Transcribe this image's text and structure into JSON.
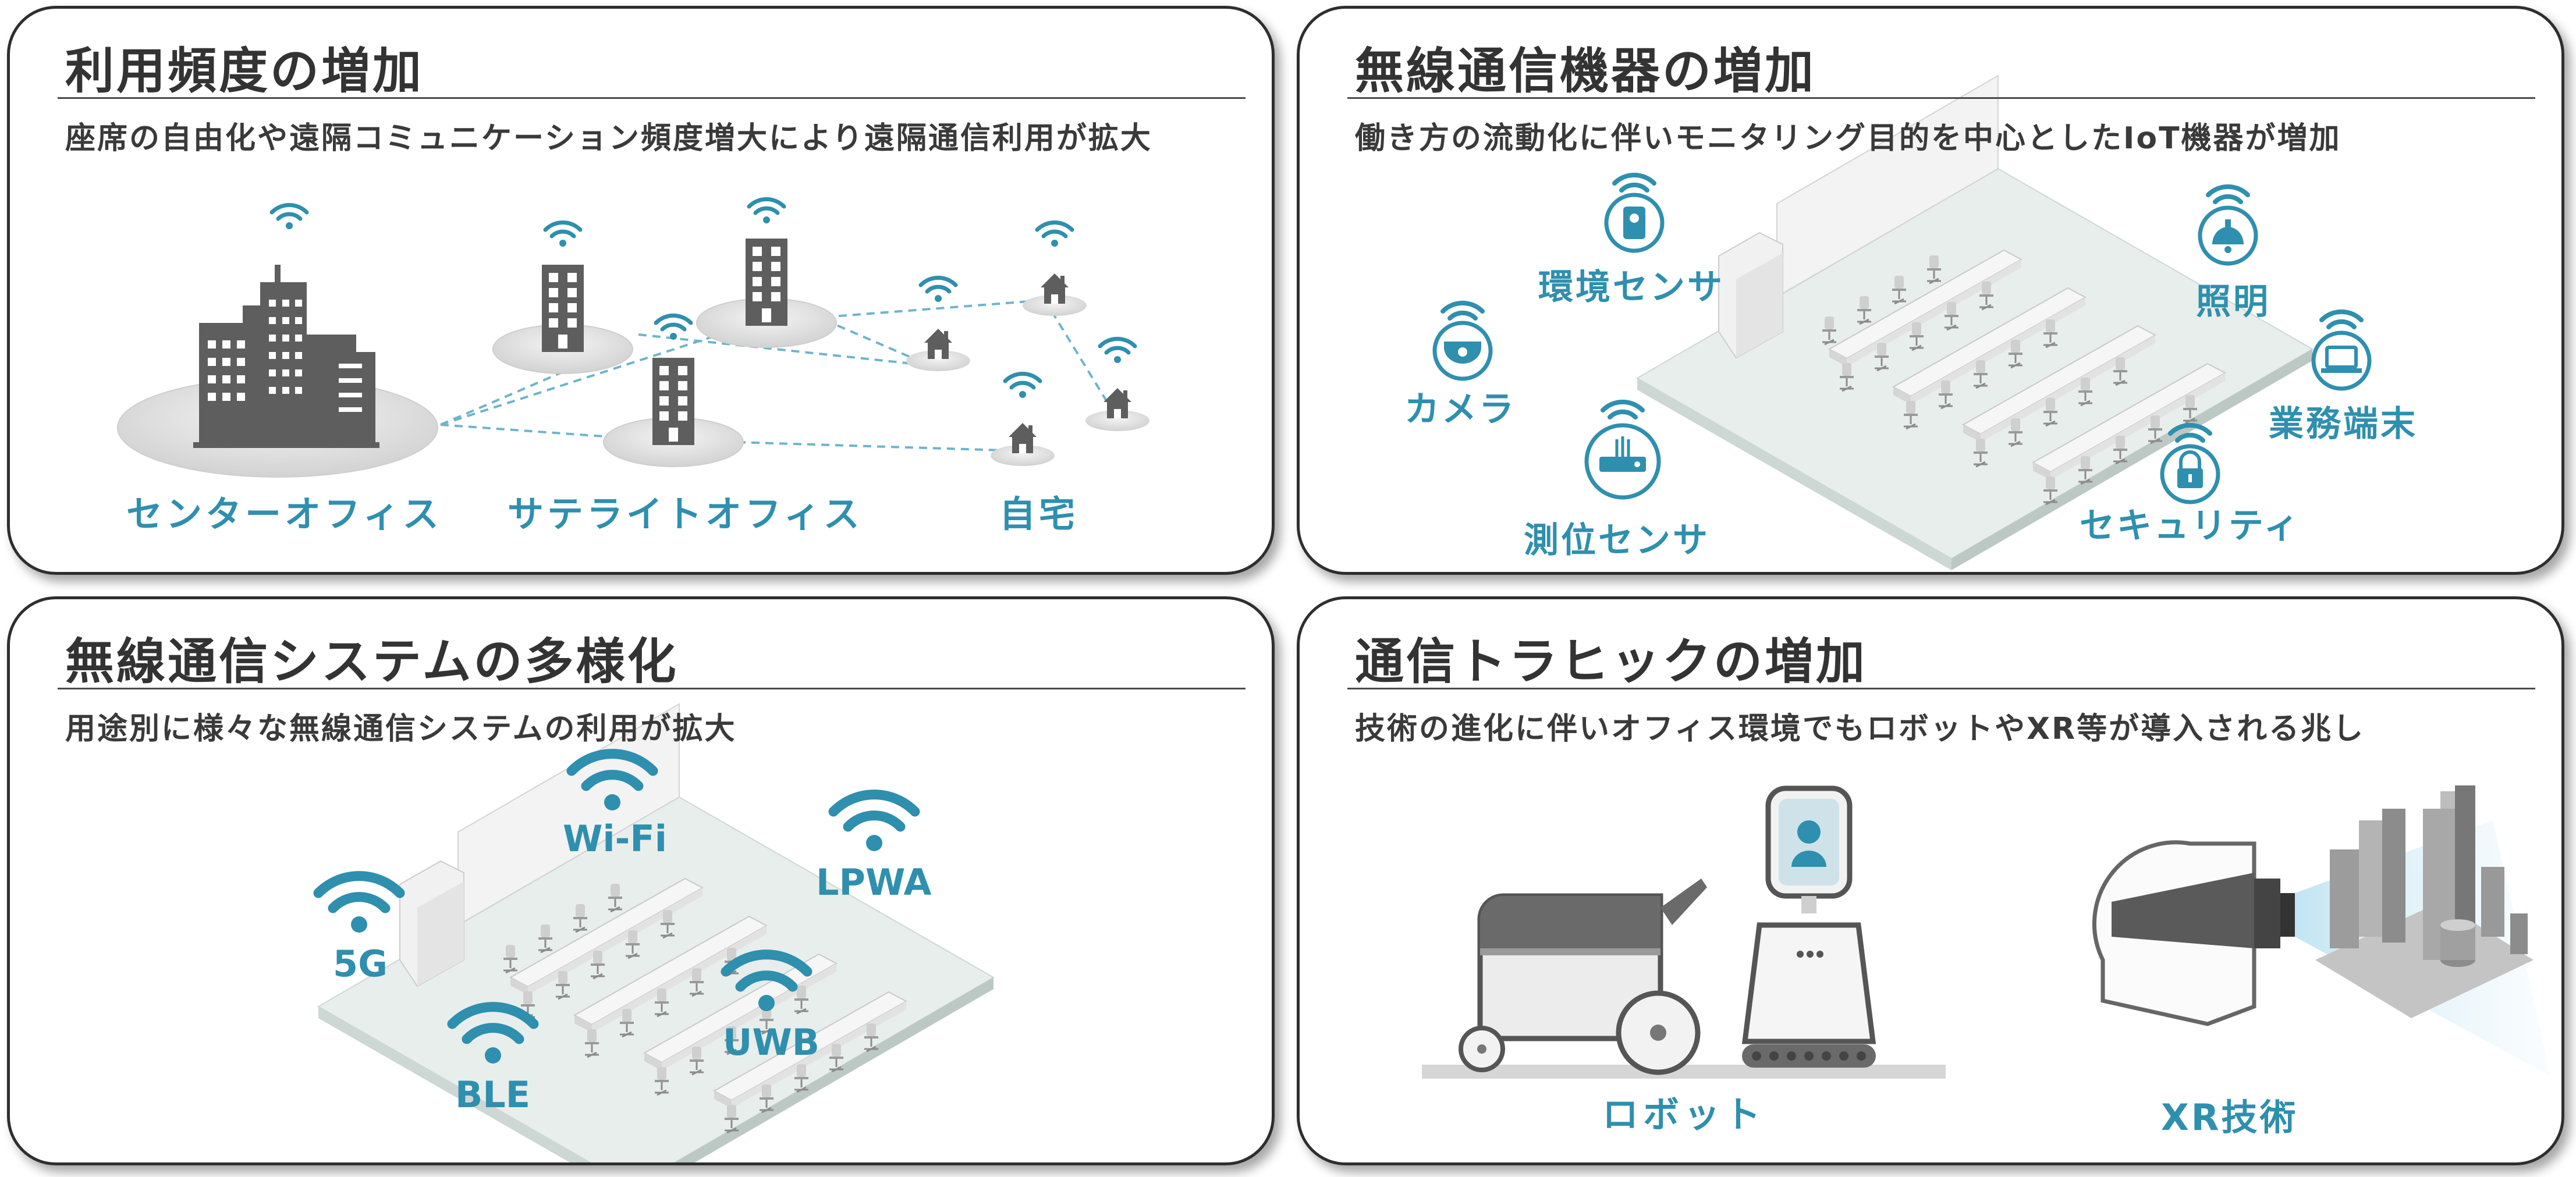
{
  "panels": {
    "usage": {
      "title": "利用頻度の増加",
      "subtitle": "座席の自由化や遠隔コミュニケーション頻度増大により遠隔通信利用が拡大",
      "labels": {
        "center_office": "センターオフィス",
        "satellite_office": "サテライトオフィス",
        "home": "自宅"
      }
    },
    "devices": {
      "title": "無線通信機器の増加",
      "subtitle": "働き方の流動化に伴いモニタリング目的を中心としたIoT機器が増加",
      "labels": {
        "env_sensor": "環境センサ",
        "lighting": "照明",
        "camera": "カメラ",
        "terminal": "業務端末",
        "positioning_sensor": "測位センサ",
        "security": "セキュリティ"
      }
    },
    "systems": {
      "title": "無線通信システムの多様化",
      "subtitle": "用途別に様々な無線通信システムの利用が拡大",
      "labels": {
        "wifi": "Wi-Fi",
        "lpwa": "LPWA",
        "5g": "5G",
        "uwb": "UWB",
        "ble": "BLE"
      }
    },
    "traffic": {
      "title": "通信トラヒックの増加",
      "subtitle": "技術の進化に伴いオフィス環境でもロボットやXR等が導入される兆し",
      "labels": {
        "robot": "ロボット",
        "xr": "XR技術"
      }
    }
  },
  "colors": {
    "accent": "#2f8fae",
    "dark_gray": "#5e5e5e",
    "border": "#2e2e2e",
    "floor": "#e8eeec"
  }
}
